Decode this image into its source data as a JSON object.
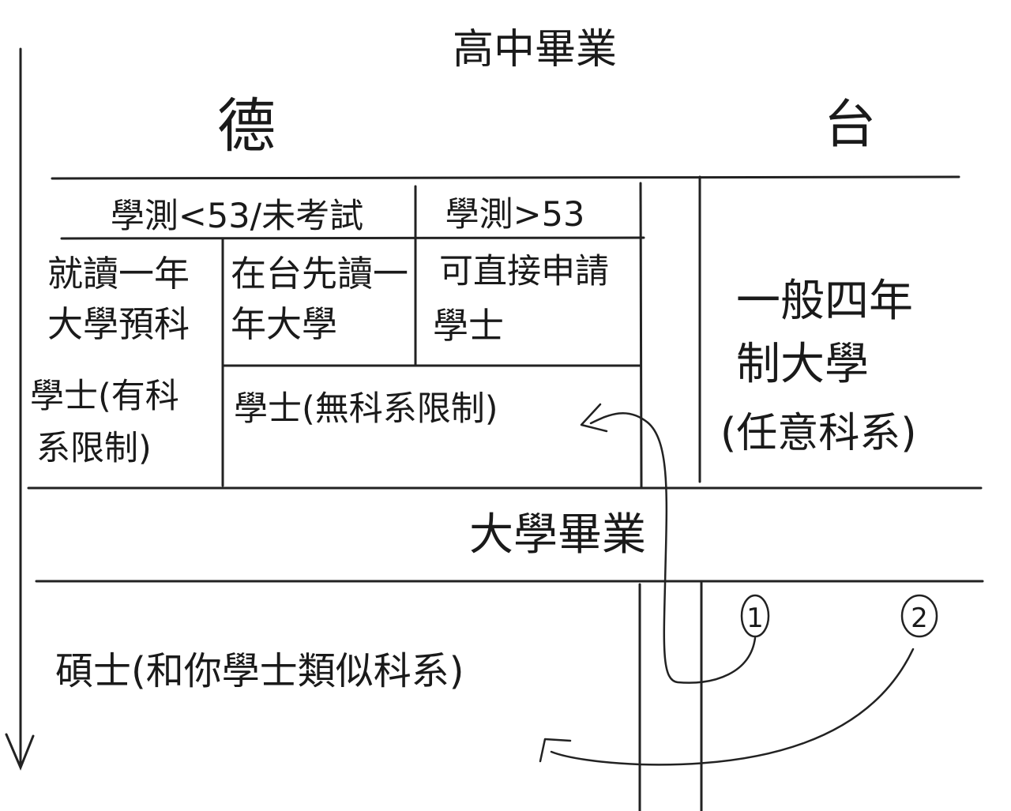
{
  "title": "高中畢業",
  "columns": {
    "germany": "德",
    "taiwan": "台"
  },
  "germany": {
    "test_low": "學測<53/未考試",
    "test_high": "學測>53",
    "prep_year": [
      "就讀一年",
      "大學預科"
    ],
    "taiwan_year": [
      "在台先讀一",
      "年大學"
    ],
    "direct_apply": [
      "可直接申請",
      "學士"
    ],
    "bachelor_restricted": [
      "學士(有科",
      "系限制)"
    ],
    "bachelor_unrestricted": "學士(無科系限制)"
  },
  "taiwan": {
    "university": [
      "一般四年",
      "制大學",
      "(任意科系)"
    ]
  },
  "graduation": "大學畢業",
  "master": "碩士(和你學士類似科系)",
  "markers": {
    "one": "1",
    "two": "2"
  },
  "colors": {
    "ink": "#222222",
    "paper": "#ffffff"
  }
}
